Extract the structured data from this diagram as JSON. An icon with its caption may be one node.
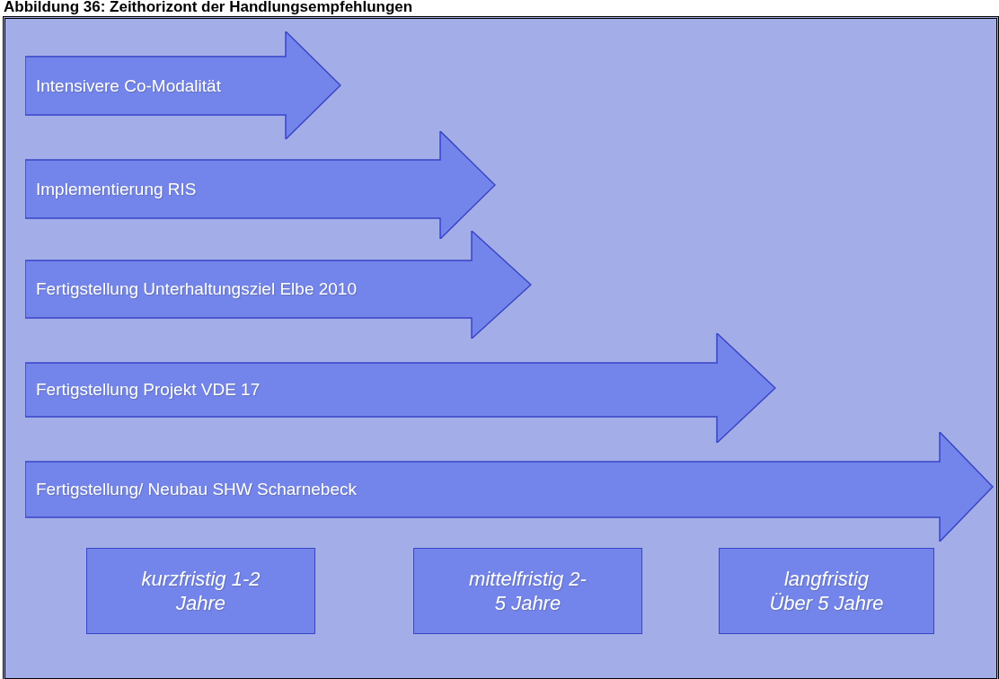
{
  "diagram": {
    "title": "Abbildung 36: Zeithorizont der Handlungsempfehlungen",
    "nodes": [
      {
        "text": [
          "Intensivere Co-Modalität"
        ]
      },
      {
        "text": [
          "Implementierung RIS"
        ]
      },
      {
        "text": [
          "Fertigstellung Unterhaltungsziel Elbe 2010"
        ]
      },
      {
        "text": [
          "Fertigstellung Projekt VDE 17"
        ]
      },
      {
        "text": [
          "Fertigstellung/ Neubau SHW Scharnebeck"
        ]
      },
      {
        "text": [
          "kurzfristig 1-2 Jahre"
        ]
      },
      {
        "text": [
          "mittelfristig 2-5 Jahre"
        ]
      },
      {
        "text": [
          "langfristig Über 5 Jahre"
        ]
      }
    ]
  }
}
